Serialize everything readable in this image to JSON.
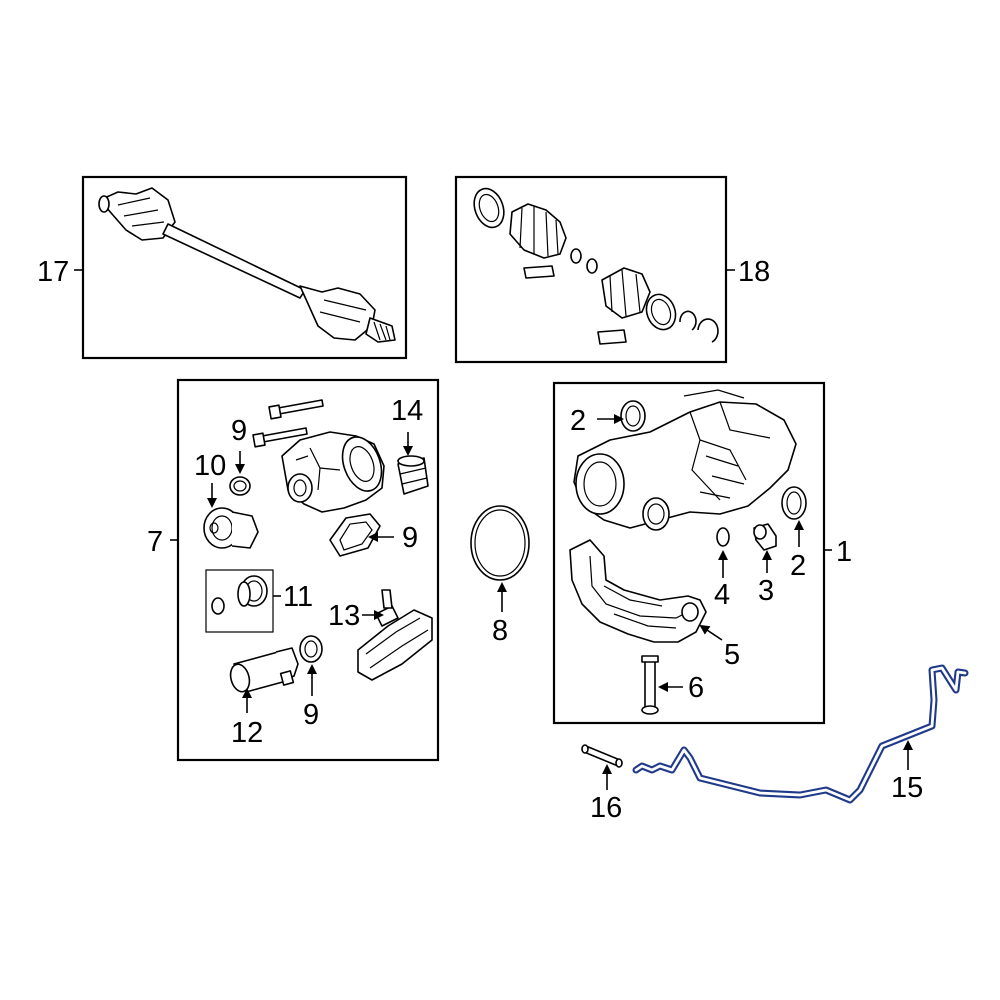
{
  "diagram": {
    "labels": {
      "l1": "1",
      "l2a": "2",
      "l2b": "2",
      "l3": "3",
      "l4": "4",
      "l5": "5",
      "l6": "6",
      "l7": "7",
      "l8": "8",
      "l9a": "9",
      "l9b": "9",
      "l9c": "9",
      "l10": "10",
      "l11": "11",
      "l12": "12",
      "l13": "13",
      "l14": "14",
      "l15": "15",
      "l16": "16",
      "l17": "17",
      "l18": "18"
    },
    "colors": {
      "line": "#000000",
      "highlight": "#1f3a8a",
      "background": "#ffffff"
    }
  }
}
